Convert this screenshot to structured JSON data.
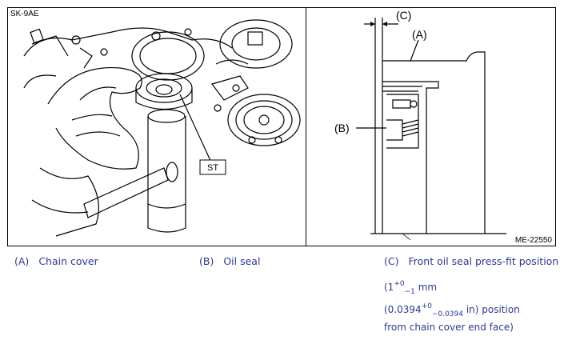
{
  "figure": {
    "left_tag": "SK-9AE",
    "right_tag": "ME-22550",
    "st_label": "ST",
    "callout_a": "(A)",
    "callout_b": "(B)",
    "callout_c": "(C)"
  },
  "legend": [
    {
      "code": "(A)",
      "text": "Chain cover"
    },
    {
      "code": "(B)",
      "text": "Oil seal"
    },
    {
      "code": "(C)",
      "text": "Front oil seal press-fit position"
    }
  ],
  "spec": {
    "line1_prefix": "(1",
    "line1_sup": "+0",
    "line1_sub": "−1",
    "line1_unit": " mm",
    "line2_prefix": "(0.0394",
    "line2_sup": "+0",
    "line2_sub": "−0.0394",
    "line2_suffix": " in) position",
    "line3": "from chain cover end face)"
  }
}
